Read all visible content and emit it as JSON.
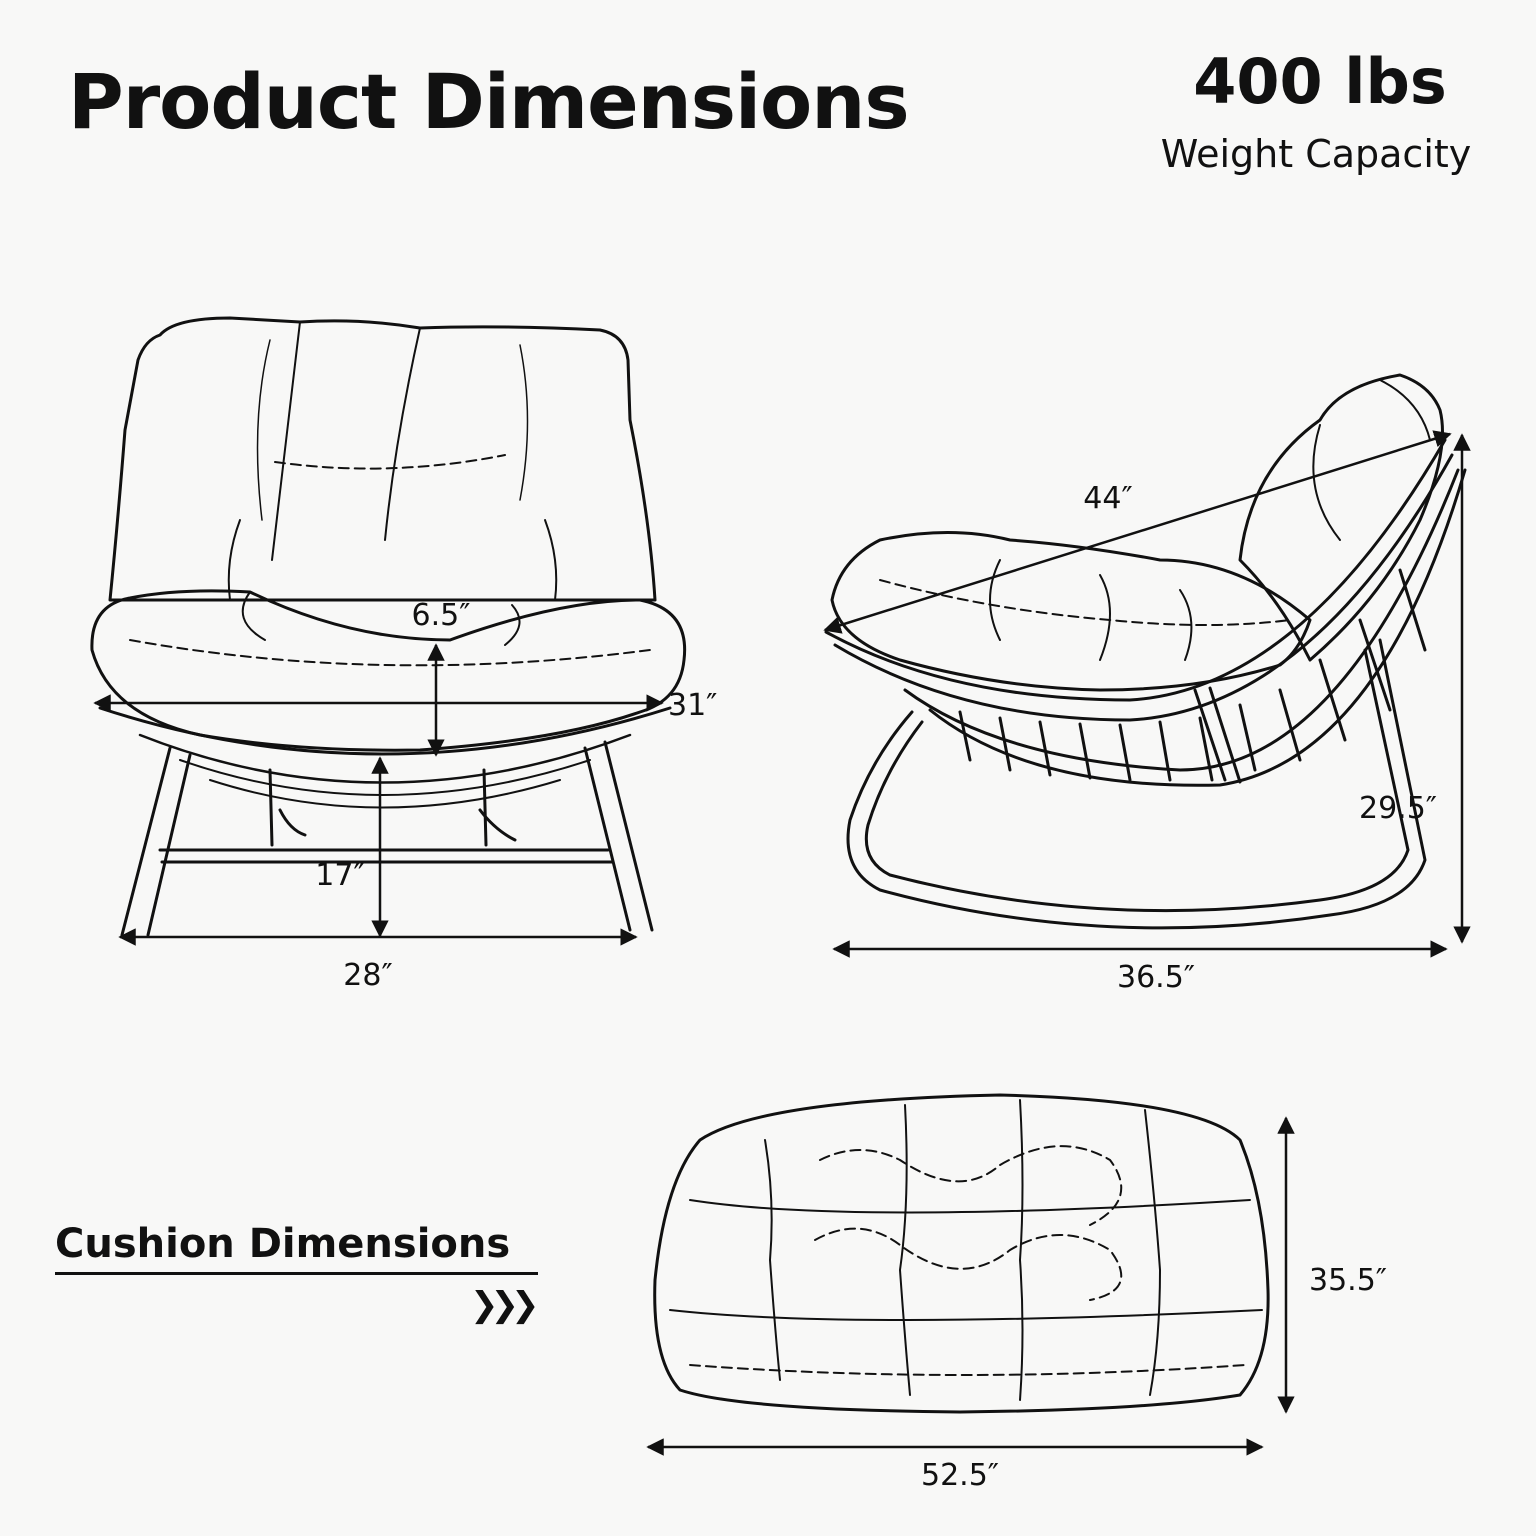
{
  "title": "Product Dimensions",
  "weight": {
    "value": "400 lbs",
    "label": "Weight Capacity"
  },
  "cushion_section": {
    "heading": "Cushion Dimensions",
    "arrow_icon": "triple-chevron-right-icon"
  },
  "dimensions": {
    "front_seat_depth": "6.5″",
    "front_width_top": "31″",
    "front_seat_height": "17″",
    "front_width_base": "28″",
    "side_diagonal": "44″",
    "side_height": "29.5″",
    "side_length": "36.5″",
    "cushion_width": "52.5″",
    "cushion_height": "35.5″"
  },
  "colors": {
    "line": "#111111",
    "background": "#f8f8f7"
  }
}
